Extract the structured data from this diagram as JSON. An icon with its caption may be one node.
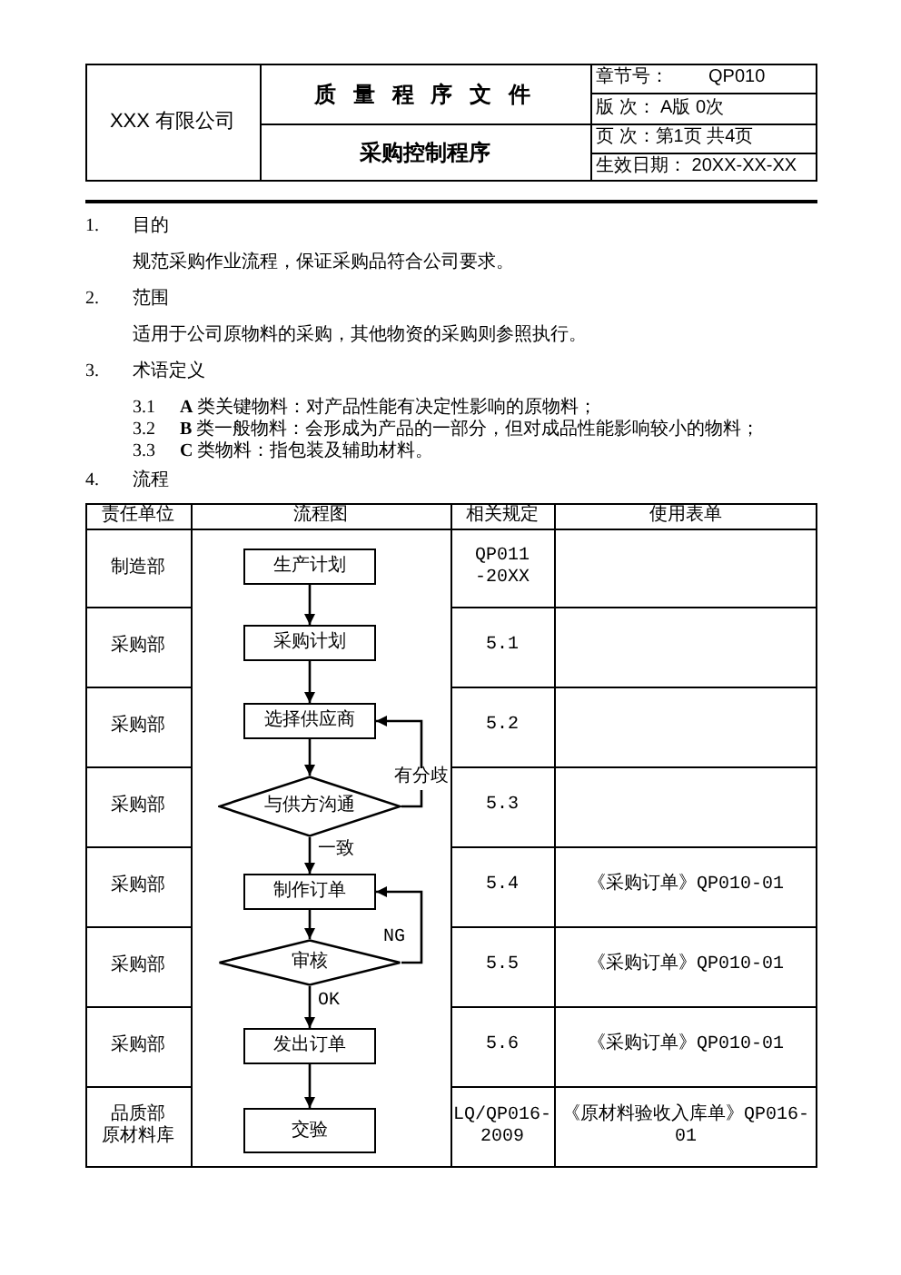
{
  "diagram": {
    "nodes": [
      {
        "text": [
          "生产计划"
        ]
      },
      {
        "text": [
          "采购计划"
        ]
      },
      {
        "text": [
          "选择供应商"
        ]
      },
      {
        "text": [
          "与供方沟通"
        ]
      },
      {
        "text": [
          "制作订单"
        ]
      },
      {
        "text": [
          "审核"
        ]
      },
      {
        "text": [
          "发出订单"
        ]
      },
      {
        "text": [
          "交验"
        ]
      }
    ],
    "edges": [
      {
        "from": 0,
        "to": 1,
        "arrow": "to"
      },
      {
        "from": 1,
        "to": 2,
        "arrow": "to"
      },
      {
        "from": 2,
        "to": 3,
        "arrow": "to"
      },
      {
        "from": 3,
        "to": 2,
        "arrow": "to",
        "label": "有分歧"
      },
      {
        "from": 3,
        "to": 4,
        "arrow": "to",
        "label": "一致"
      },
      {
        "from": 4,
        "to": 5,
        "arrow": "to"
      },
      {
        "from": 5,
        "to": 4,
        "arrow": "to",
        "label": "NG"
      },
      {
        "from": 5,
        "to": 6,
        "arrow": "to",
        "label": "OK"
      },
      {
        "from": 6,
        "to": 7,
        "arrow": "to"
      }
    ],
    "labels": [
      "XXX 有限公司",
      "质 量 程 序 文 件",
      "章节号：",
      "QP010",
      "版 次： A版 0次",
      "采购控制程序",
      "页 次：第1页 共4页",
      "生效日期： 20XX-XX-XX",
      "1.",
      "目的",
      "规范采购作业流程，保证采购品符合公司要求。",
      "2.",
      "范围",
      "适用于公司原物料的采购，其他物资的采购则参照执行。",
      "3.",
      "术语定义",
      "3.1",
      "**A** 类关键物料：对产品性能有决定性影响的原物料；",
      "3.2",
      "**B** 类一般物料：会形成为产品的一部分，但对成品性能影响较小的物料；",
      "3.3",
      "**C** 类物料：指包装及辅助材料。",
      "4.",
      "流程",
      "责任单位",
      "流程图",
      "相关规定",
      "使用表单",
      "制造部",
      "QP011 -20XX",
      "采购部",
      "5.1",
      "采购部",
      "5.2",
      "采购部",
      "5.3",
      "采购部",
      "5.4",
      "《采购订单》QP010-01",
      "采购部",
      "5.5",
      "《采购订单》QP010-01",
      "采购部",
      "5.6",
      "《采购订单》QP010-01",
      "品质部",
      "原材料库",
      "LQ/QP016-2009",
      "《原材料验收入库单》QP016-01"
    ]
  }
}
